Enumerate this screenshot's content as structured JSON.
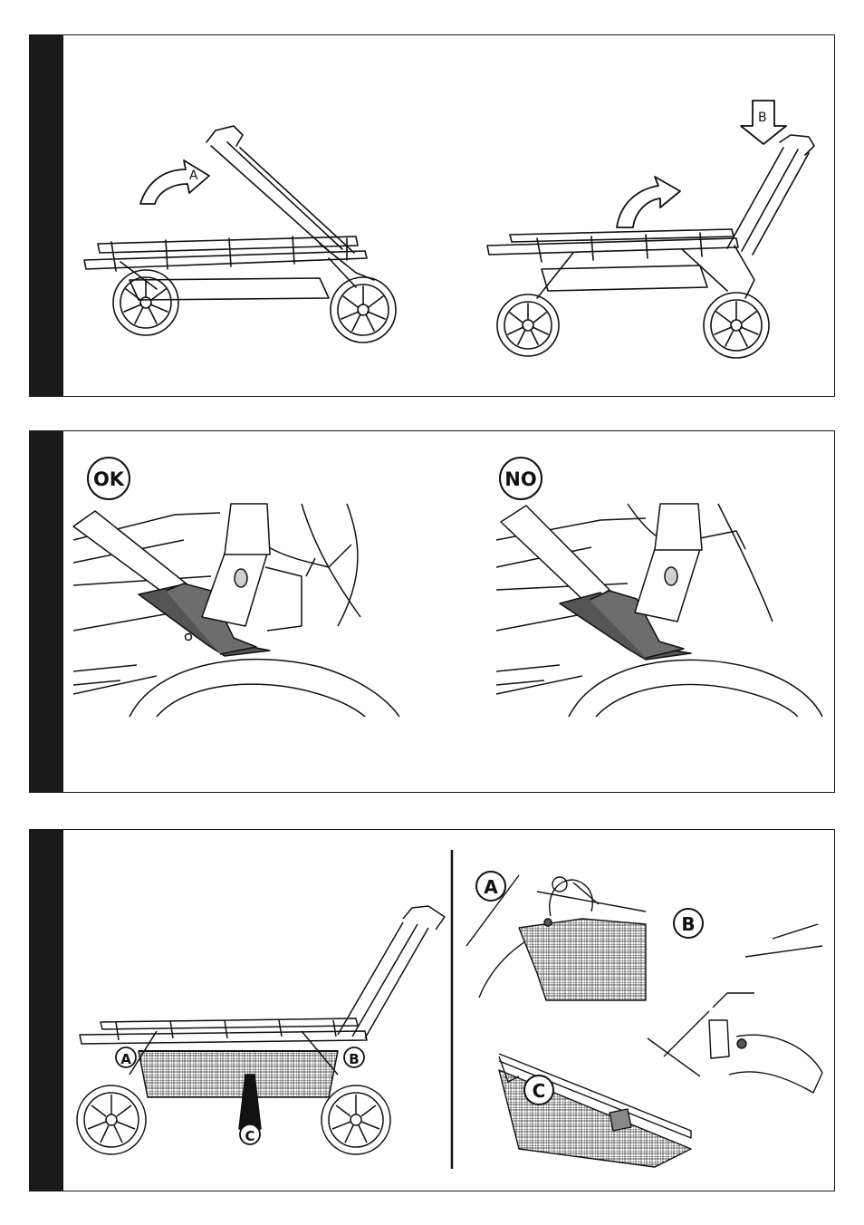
{
  "panel1": {
    "label_a": "A",
    "label_b": "B"
  },
  "panel2": {
    "badge_ok": "OK",
    "badge_no": "NO"
  },
  "panel3": {
    "label_a": "A",
    "label_b": "B",
    "label_c": "C",
    "detail_a": "A",
    "detail_b": "B",
    "detail_c": "C"
  }
}
